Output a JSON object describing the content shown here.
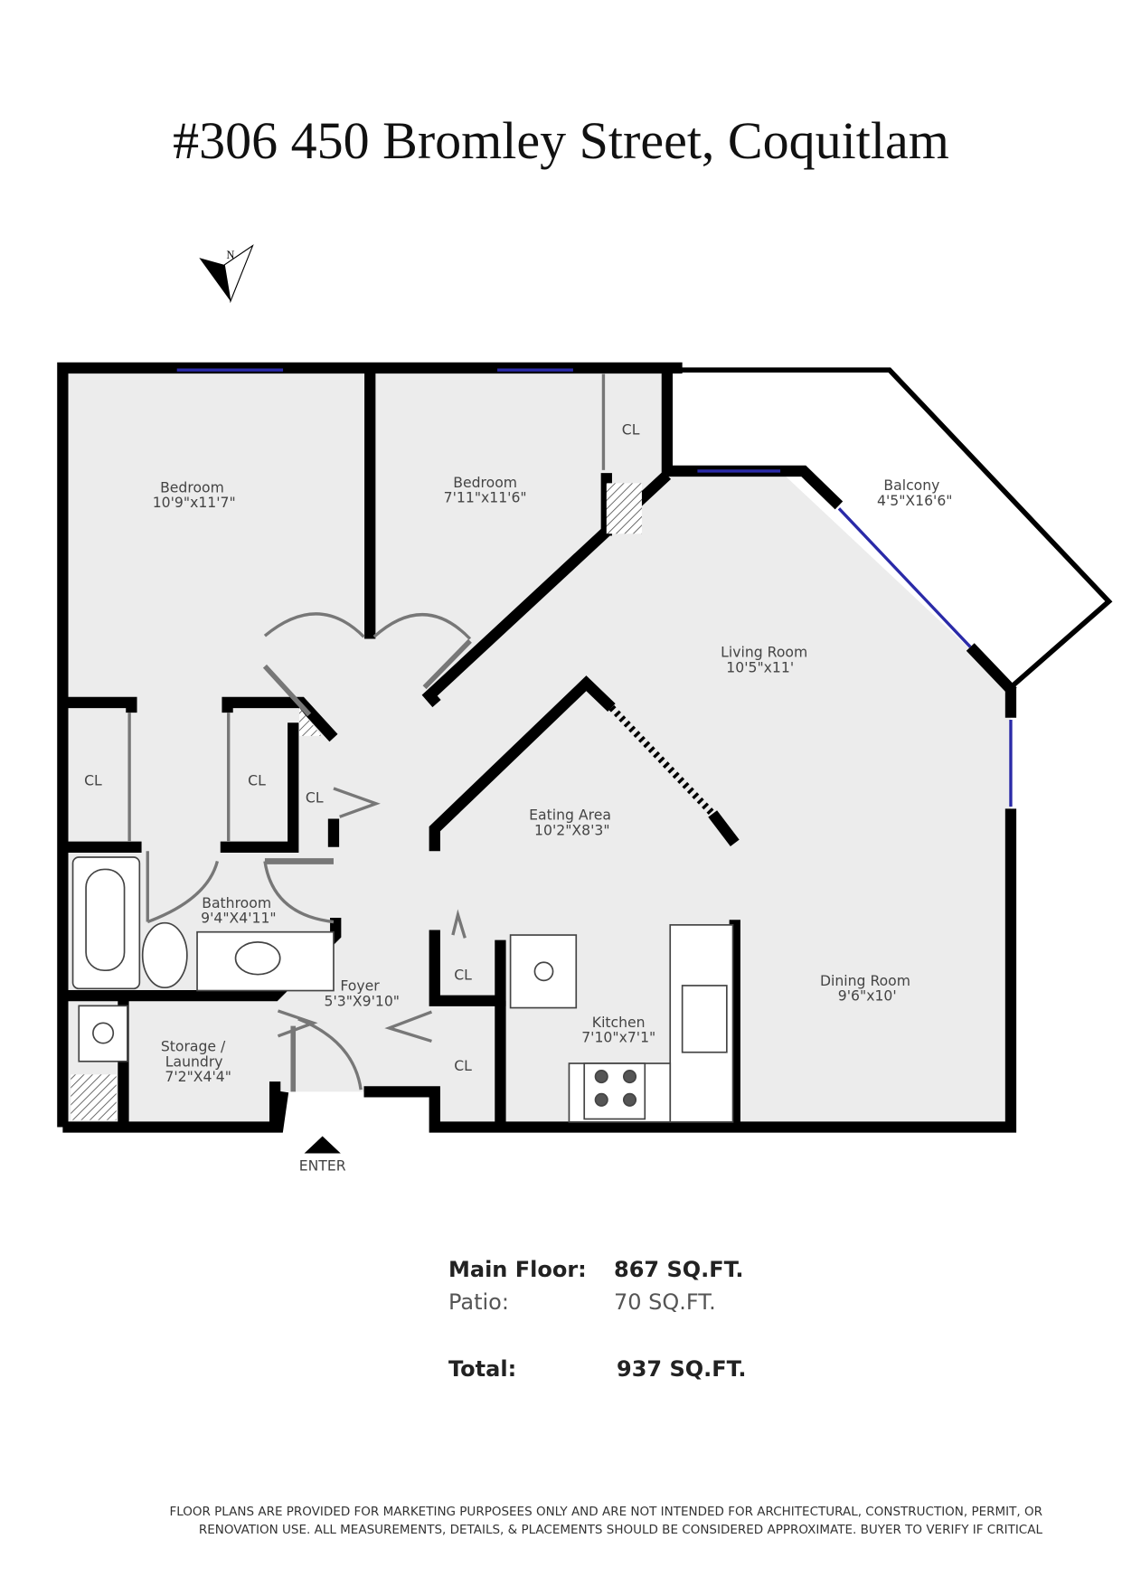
{
  "title": "#306 450 Bromley Street, Coquitlam",
  "compass": "N",
  "rooms": {
    "bedroom1": {
      "name": "Bedroom",
      "dim": "10'9\"x11'7\""
    },
    "bedroom2": {
      "name": "Bedroom",
      "dim": "7'11\"x11'6\""
    },
    "balcony": {
      "name": "Balcony",
      "dim": "4'5\"X16'6\""
    },
    "living": {
      "name": "Living Room",
      "dim": "10'5\"x11'"
    },
    "eating": {
      "name": "Eating Area",
      "dim": "10'2\"X8'3\""
    },
    "bathroom": {
      "name": "Bathroom",
      "dim": "9'4\"X4'11\""
    },
    "foyer": {
      "name": "Foyer",
      "dim": "5'3\"X9'10\""
    },
    "storage": {
      "name": "Storage /",
      "name2": "Laundry",
      "dim": "7'2\"X4'4\""
    },
    "kitchen": {
      "name": "Kitchen",
      "dim": "7'10\"x7'1\""
    },
    "dining": {
      "name": "Dining Room",
      "dim": "9'6\"x10'"
    }
  },
  "closet_label": "CL",
  "enter": "ENTER",
  "area": {
    "main_label": "Main Floor:",
    "main_value": "867 SQ.FT.",
    "patio_label": "Patio:",
    "patio_value": "70 SQ.FT.",
    "total_label": "Total:",
    "total_value": "937 SQ.FT."
  },
  "disclaimer": {
    "line1": "FLOOR PLANS ARE PROVIDED FOR MARKETING PURPOSEES ONLY AND ARE NOT INTENDED FOR ARCHITECTURAL, CONSTRUCTION, PERMIT, OR",
    "line2": "RENOVATION USE. ALL MEASUREMENTS, DETAILS, & PLACEMENTS SHOULD BE CONSIDERED APPROXIMATE. BUYER TO VERIFY IF CRITICAL"
  },
  "colors": {
    "wall": "#000000",
    "floor": "#ececec",
    "window": "#2a2aa8"
  }
}
